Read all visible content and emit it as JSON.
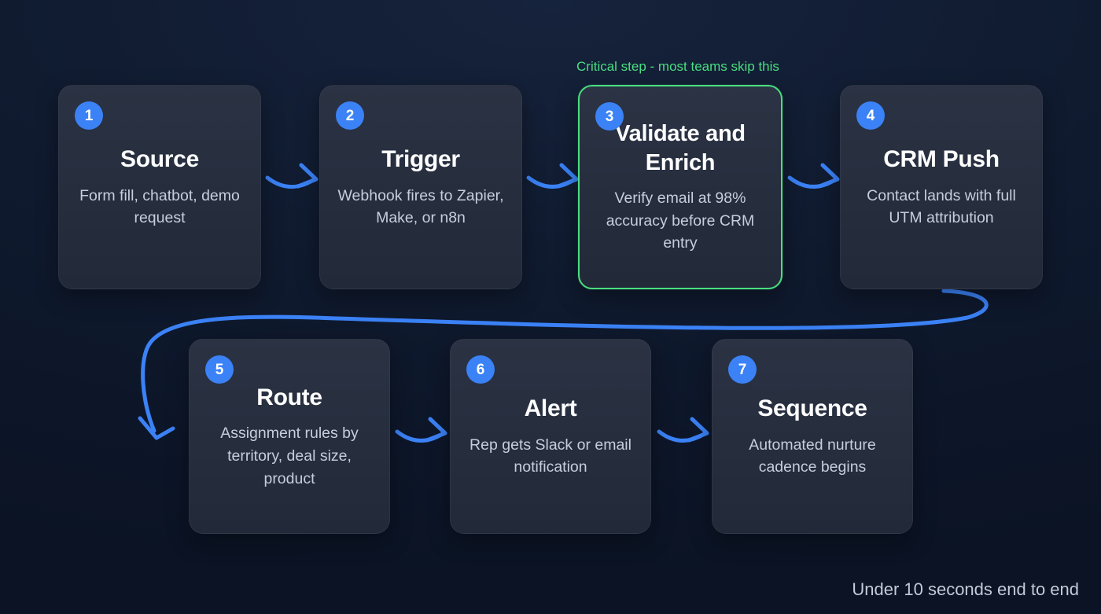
{
  "theme": {
    "background_dark": "#0b1324",
    "background_mid": "#16233c",
    "card_fill": "#262e3e",
    "badge_color": "#3b82f6",
    "arrow_color": "#3b82f6",
    "accent_green": "#4ade80",
    "title_color": "#ffffff",
    "desc_color": "#c6cedd"
  },
  "highlight": {
    "caption": "Critical step - most teams skip this",
    "step_number": "3"
  },
  "footer": {
    "note": "Under 10 seconds end to end"
  },
  "steps": [
    {
      "number": "1",
      "title": "Source",
      "description": "Form fill, chatbot, demo request",
      "highlighted": false
    },
    {
      "number": "2",
      "title": "Trigger",
      "description": "Webhook fires to Zapier, Make, or n8n",
      "highlighted": false
    },
    {
      "number": "3",
      "title": "Validate and Enrich",
      "description": "Verify email at 98% accuracy before CRM entry",
      "highlighted": true
    },
    {
      "number": "4",
      "title": "CRM Push",
      "description": "Contact lands with full UTM attribution",
      "highlighted": false
    },
    {
      "number": "5",
      "title": "Route",
      "description": "Assignment rules by territory, deal size, product",
      "highlighted": false
    },
    {
      "number": "6",
      "title": "Alert",
      "description": "Rep gets Slack or email notification",
      "highlighted": false
    },
    {
      "number": "7",
      "title": "Sequence",
      "description": "Automated nurture cadence begins",
      "highlighted": false
    }
  ],
  "connectors": [
    {
      "name": "arrow-step-1-to-2",
      "from": "1",
      "to": "2"
    },
    {
      "name": "arrow-step-2-to-3",
      "from": "2",
      "to": "3"
    },
    {
      "name": "arrow-step-3-to-4",
      "from": "3",
      "to": "4"
    },
    {
      "name": "arrow-step-4-to-5-wrap",
      "from": "4",
      "to": "5"
    },
    {
      "name": "arrow-step-5-to-6",
      "from": "5",
      "to": "6"
    },
    {
      "name": "arrow-step-6-to-7",
      "from": "6",
      "to": "7"
    }
  ]
}
